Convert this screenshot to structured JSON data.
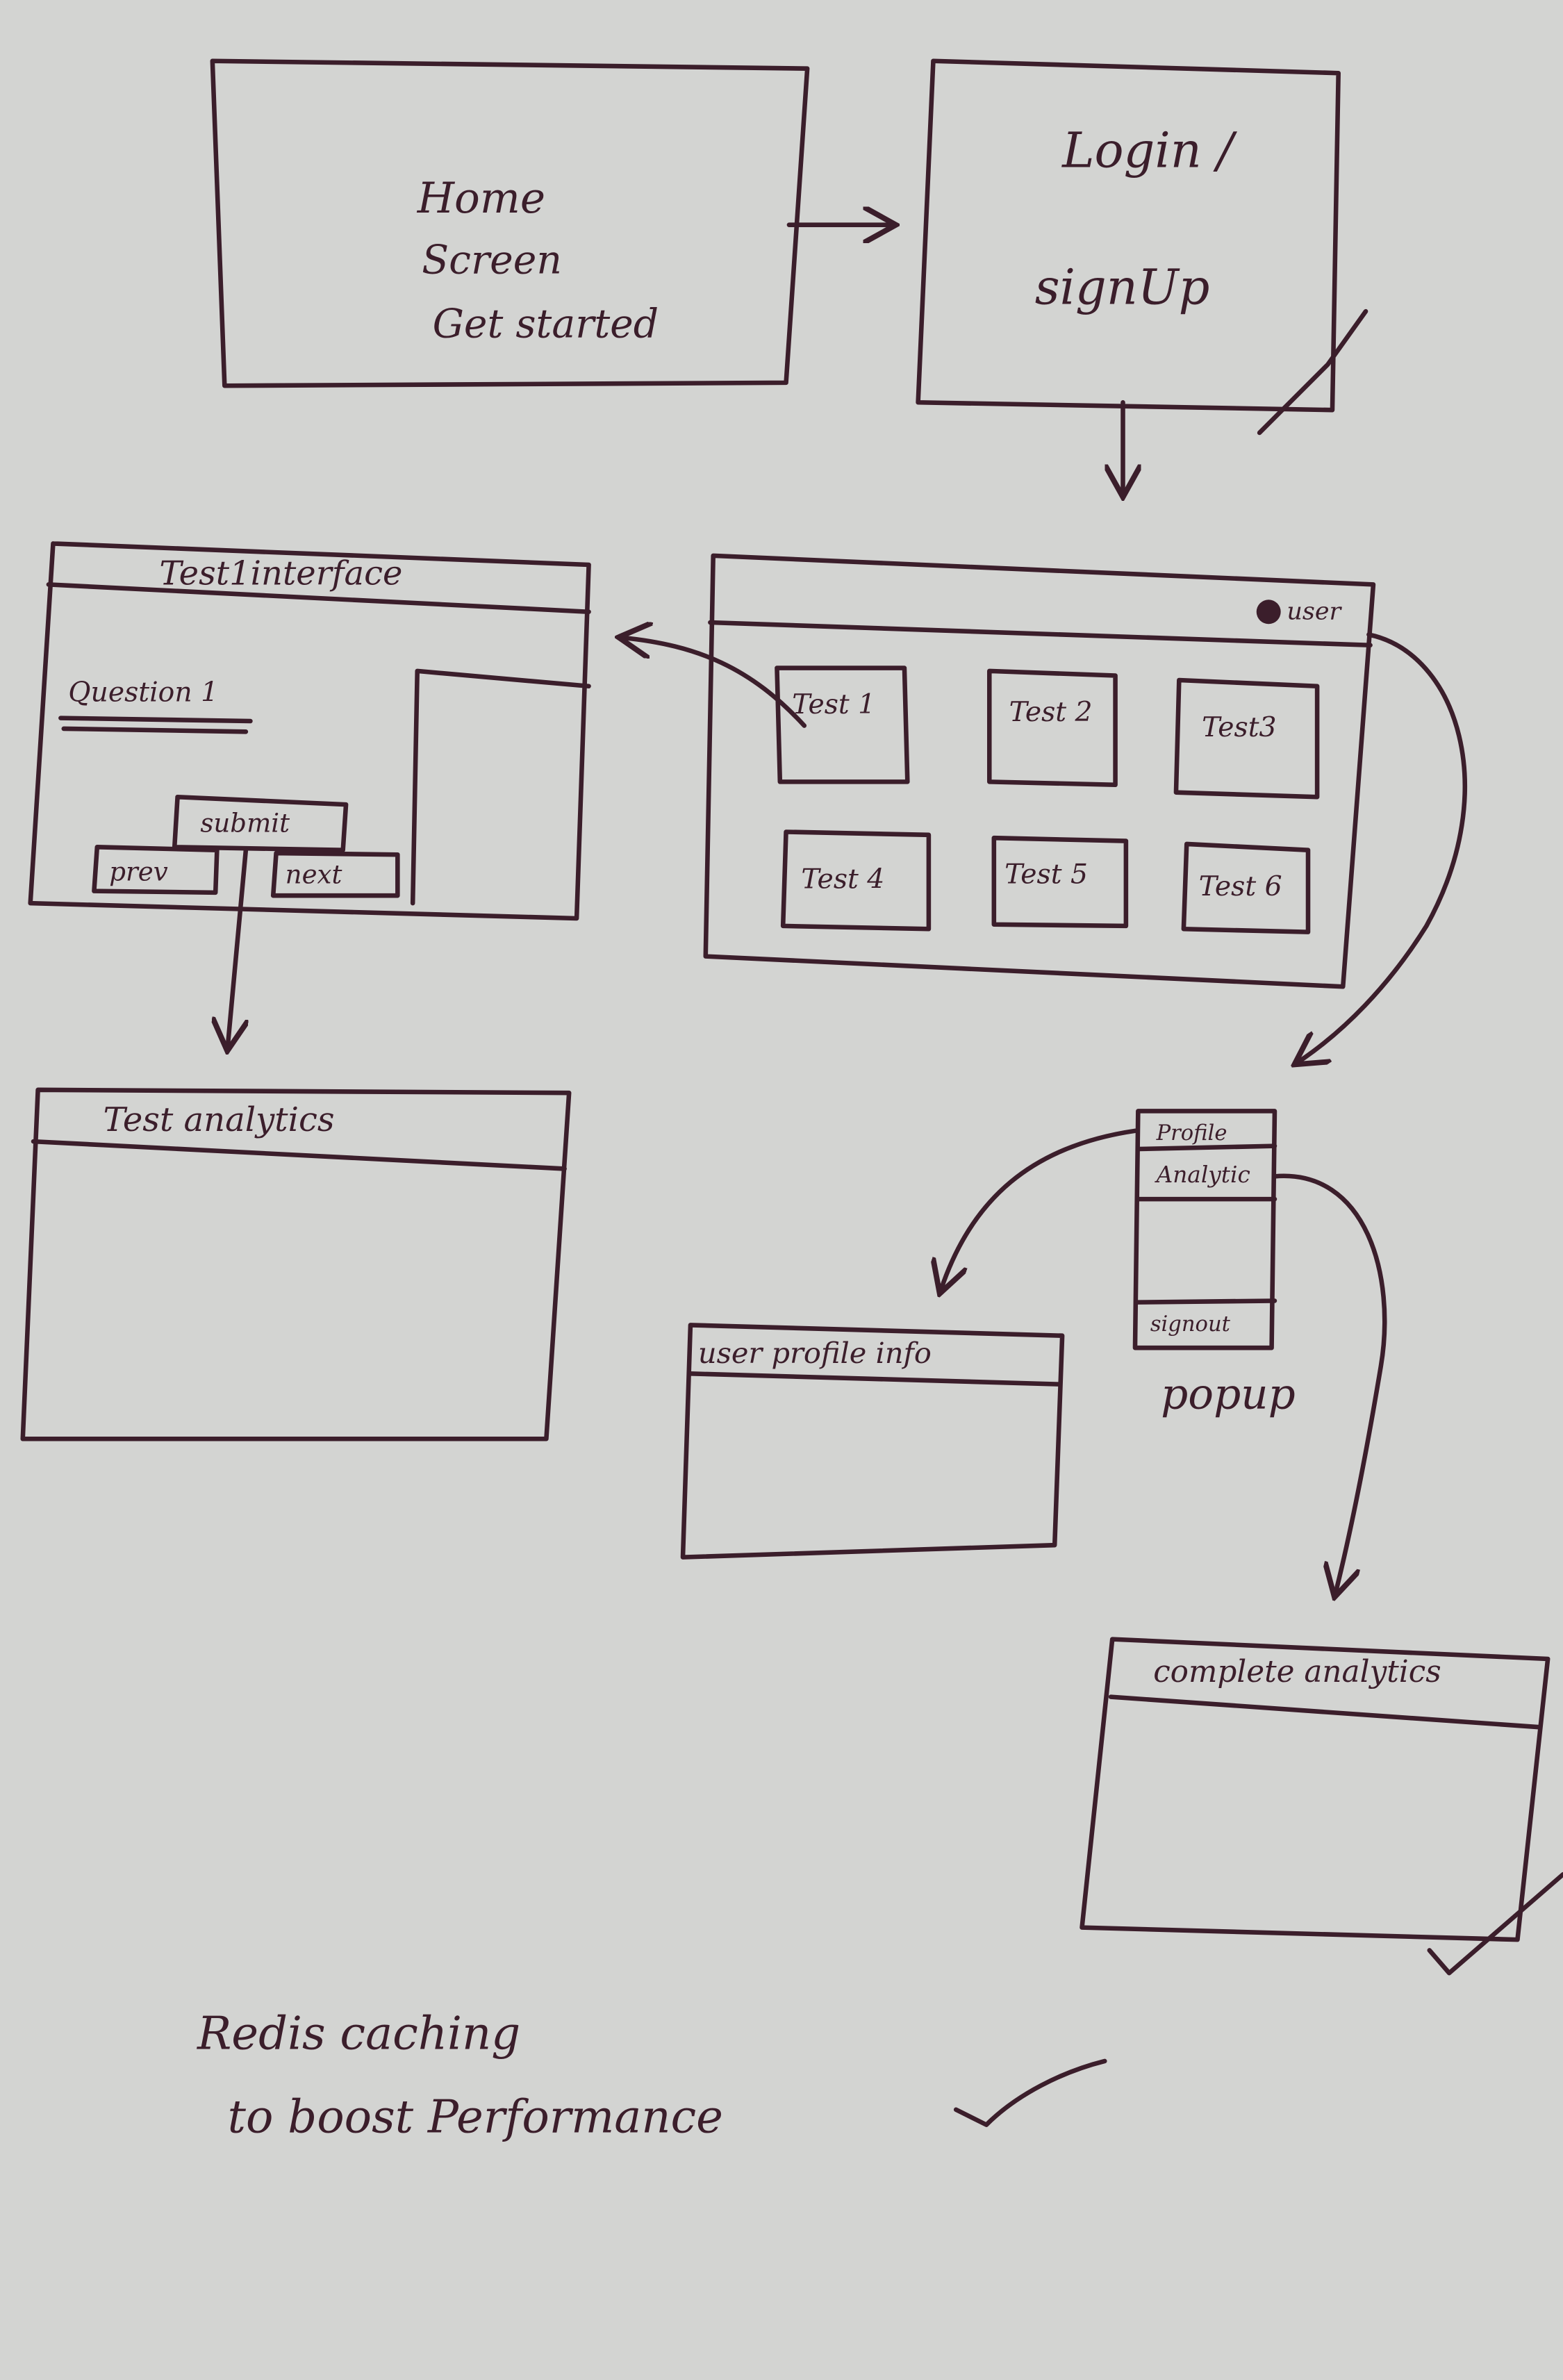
{
  "colors": {
    "paper": "#d3d4d2",
    "ink": "#3b1e2b"
  },
  "home": {
    "line1": "Home",
    "line2": "Screen",
    "line3": "Get started"
  },
  "login": {
    "line1": "Login /",
    "line2": "signUp"
  },
  "dashboard": {
    "user_label": "user",
    "user_icon": "user-avatar-icon",
    "tests": [
      "Test 1",
      "Test 2",
      "Test3",
      "Test 4",
      "Test 5",
      "Test 6"
    ]
  },
  "test_interface": {
    "title": "Test1interface",
    "question": "Question 1",
    "submit": "submit",
    "prev": "prev",
    "next": "next"
  },
  "test_analytics": {
    "title": "Test analytics"
  },
  "popup": {
    "items": [
      "Profile",
      "Analytic",
      "signout"
    ],
    "label": "popup"
  },
  "profile_info": {
    "title": "user profile info"
  },
  "complete_analytics": {
    "title": "complete analytics"
  },
  "note": {
    "line1": "Redis caching",
    "line2": "to boost Performance"
  }
}
